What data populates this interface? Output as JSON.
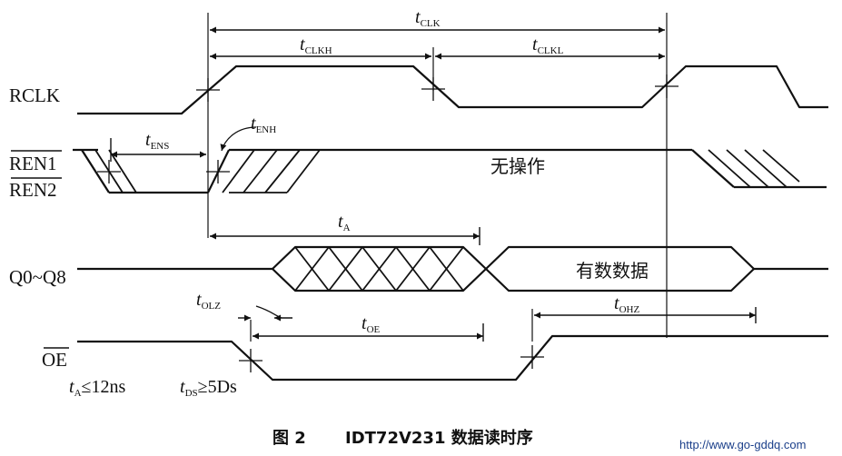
{
  "signals": {
    "rclk": "RCLK",
    "ren1": "REN1",
    "ren2": "REN2",
    "q": "Q0~Q8",
    "oe": "OE"
  },
  "timing": {
    "tclk": {
      "t": "t",
      "sub": "CLK"
    },
    "tclkh": {
      "t": "t",
      "sub": "CLKH"
    },
    "tclkl": {
      "t": "t",
      "sub": "CLKL"
    },
    "tens": {
      "t": "t",
      "sub": "ENS"
    },
    "tenh": {
      "t": "t",
      "sub": "ENH"
    },
    "ta": {
      "t": "t",
      "sub": "A"
    },
    "tolz": {
      "t": "t",
      "sub": "OLZ"
    },
    "toe": {
      "t": "t",
      "sub": "OE"
    },
    "tohz": {
      "t": "t",
      "sub": "OHZ"
    }
  },
  "labels": {
    "no_op": "无操作",
    "valid_data": "有数数据"
  },
  "notes": {
    "ta_t": "t",
    "ta_sub": "A",
    "ta_rest": "≤12ns",
    "tds_t": "t",
    "tds_sub": "DS",
    "tds_rest": "≥5Ds"
  },
  "caption": {
    "fig": "图 2",
    "title": "IDT72V231 数据读时序"
  },
  "watermark": "http://www.go-gddq.com",
  "colors": {
    "ink": "#111111",
    "watermark": "#1b3f8a"
  }
}
